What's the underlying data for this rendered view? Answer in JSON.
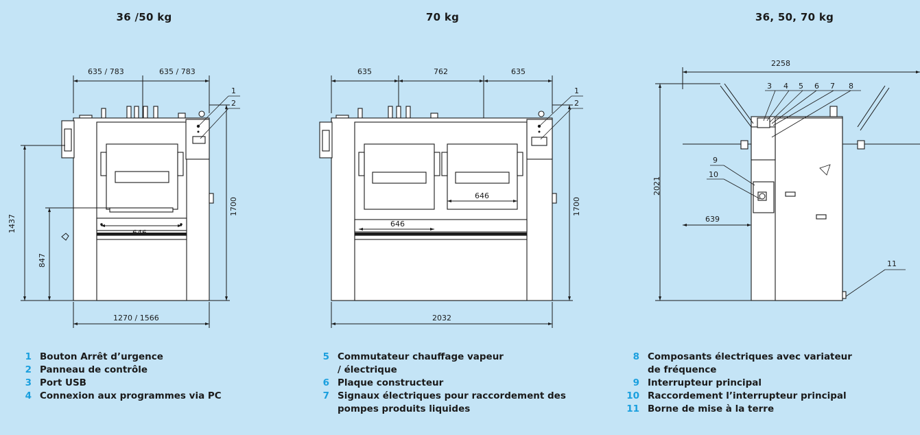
{
  "titles": {
    "left": "36 /50 kg",
    "middle": "70 kg",
    "right": "36, 50, 70 kg"
  },
  "drawing_left": {
    "dim_top_a": "635 / 783",
    "dim_top_b": "635 / 783",
    "dim_1437": "1437",
    "dim_847": "847",
    "dim_1700": "1700",
    "dim_646": "646",
    "dim_bottom": "1270 / 1566",
    "callout_1": "1",
    "callout_2": "2"
  },
  "drawing_middle": {
    "dim_a": "635",
    "dim_b": "762",
    "dim_c": "635",
    "dim_1700": "1700",
    "dim_646_a": "646",
    "dim_646_b": "646",
    "dim_bottom": "2032",
    "callout_1": "1",
    "callout_2": "2"
  },
  "drawing_right": {
    "dim_top": "2258",
    "dim_2021": "2021",
    "dim_639": "639",
    "callouts": [
      "3",
      "4",
      "5",
      "6",
      "7",
      "8",
      "9",
      "10",
      "11"
    ]
  },
  "legend": {
    "col1": [
      {
        "num": "1",
        "text": "Bouton Arrêt d’urgence"
      },
      {
        "num": "2",
        "text": "Panneau de contrôle"
      },
      {
        "num": "3",
        "text": "Port USB"
      },
      {
        "num": "4",
        "text": "Connexion aux programmes via PC"
      }
    ],
    "col2": [
      {
        "num": "5",
        "text": "Commutateur chauffage vapeur"
      },
      {
        "num": "",
        "text": "/ électrique"
      },
      {
        "num": "6",
        "text": "Plaque constructeur"
      },
      {
        "num": "7",
        "text": "Signaux électriques pour raccordement des"
      },
      {
        "num": "",
        "text": "pompes produits liquides"
      }
    ],
    "col3": [
      {
        "num": "8",
        "text": "Composants électriques avec variateur"
      },
      {
        "num": "",
        "text": "de fréquence"
      },
      {
        "num": "9",
        "text": "Interrupteur principal"
      },
      {
        "num": "10",
        "text": "Raccordement l’interrupteur principal"
      },
      {
        "num": "11",
        "text": "Borne de mise à la terre"
      }
    ]
  },
  "colors": {
    "background": "#c4e4f6",
    "number_accent": "#1a9fde"
  }
}
